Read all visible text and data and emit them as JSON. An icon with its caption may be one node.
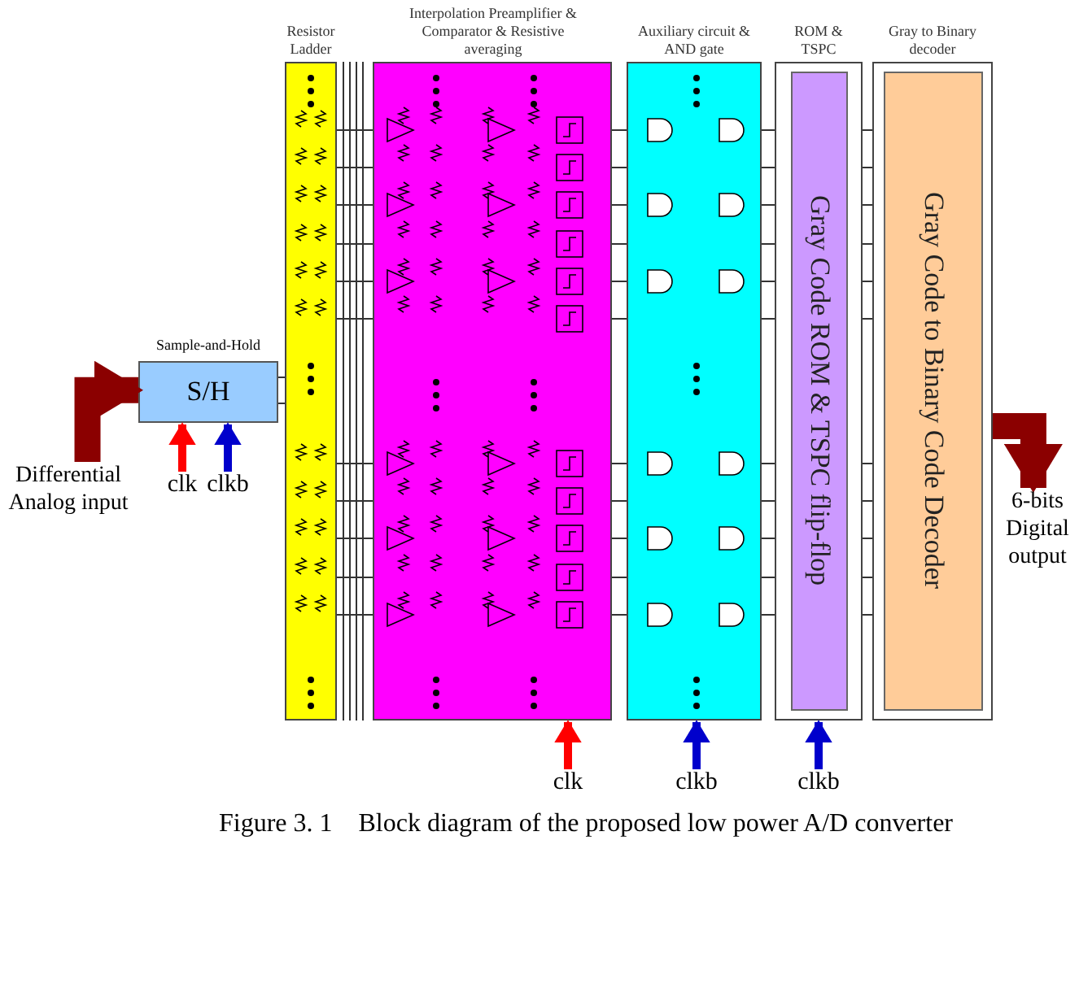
{
  "diagram": {
    "caption": "Figure 3. 1    Block diagram of the proposed low power A/D converter",
    "nodes": [
      {
        "text": [
          "Differential Analog input"
        ]
      },
      {
        "text": [
          "S/H"
        ],
        "beside": [
          "Sample-and-Hold"
        ]
      },
      {
        "text": [
          "Resistor Ladder"
        ]
      },
      {
        "text": [
          "Interpolation Preamplifier & Comparator & Resistive averaging"
        ]
      },
      {
        "text": [
          "Auxiliary circuit & AND gate"
        ]
      },
      {
        "text": [
          "ROM & TSPC"
        ]
      },
      {
        "text": [
          "Gray Code ROM & TSPC flip-flop"
        ],
        "in": 5
      },
      {
        "text": [
          "Gray to Binary decoder"
        ]
      },
      {
        "text": [
          "Gray Code to Binary Code Decoder"
        ],
        "in": 7
      },
      {
        "text": [
          "6-bits Digital output"
        ]
      }
    ],
    "edges": [
      {
        "from": 0,
        "to": 1,
        "arrow": "to",
        "style": "thick",
        "color": "#8b0000"
      },
      {
        "from": null,
        "to": 1,
        "arrow": "to",
        "label": "clk",
        "color": "#ff0000"
      },
      {
        "from": null,
        "to": 1,
        "arrow": "to",
        "label": "clkb",
        "color": "#0000cc"
      },
      {
        "from": 1,
        "to": 2,
        "arrow": "none"
      },
      {
        "from": 2,
        "to": 3,
        "arrow": "none"
      },
      {
        "from": 3,
        "to": 4,
        "arrow": "none"
      },
      {
        "from": 4,
        "to": 5,
        "arrow": "none"
      },
      {
        "from": 5,
        "to": 7,
        "arrow": "none"
      },
      {
        "from": null,
        "to": 3,
        "arrow": "to",
        "label": "clk",
        "color": "#ff0000"
      },
      {
        "from": null,
        "to": 4,
        "arrow": "to",
        "label": "clkb",
        "color": "#0000cc"
      },
      {
        "from": null,
        "to": 5,
        "arrow": "to",
        "label": "clkb",
        "color": "#0000cc"
      },
      {
        "from": 7,
        "to": 9,
        "arrow": "to",
        "style": "thick",
        "color": "#8b0000"
      }
    ]
  }
}
